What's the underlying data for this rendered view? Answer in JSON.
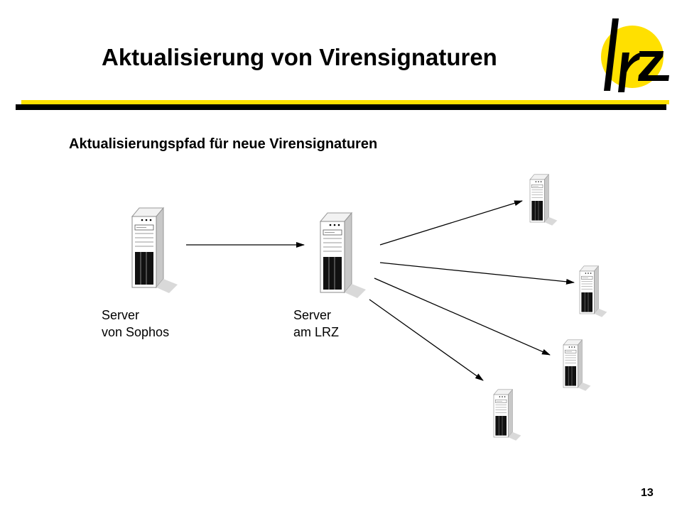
{
  "slide": {
    "title": "Aktualisierung von Virensignaturen",
    "subtitle": "Aktualisierungspfad für neue Virensignaturen",
    "page_number": "13"
  },
  "logo": {
    "icon": "lrz-logo",
    "text": "lrz",
    "colors": {
      "circle": "#FFE000",
      "letters": "#000000"
    }
  },
  "diagram": {
    "nodes": [
      {
        "id": "sophos",
        "icon": "server-tower-icon",
        "label_lines": [
          "Server",
          "von Sophos"
        ]
      },
      {
        "id": "lrz",
        "icon": "server-tower-icon",
        "label_lines": [
          "Server",
          "am LRZ"
        ]
      },
      {
        "id": "client-1",
        "icon": "server-tower-icon"
      },
      {
        "id": "client-2",
        "icon": "server-tower-icon"
      },
      {
        "id": "client-3",
        "icon": "server-tower-icon"
      },
      {
        "id": "client-4",
        "icon": "server-tower-icon"
      }
    ],
    "edges": [
      {
        "from": "sophos",
        "to": "lrz"
      },
      {
        "from": "lrz",
        "to": "client-1"
      },
      {
        "from": "lrz",
        "to": "client-2"
      },
      {
        "from": "lrz",
        "to": "client-3"
      },
      {
        "from": "lrz",
        "to": "client-4"
      }
    ]
  },
  "colors": {
    "accent_yellow": "#FFE000",
    "rule_black": "#000000"
  }
}
